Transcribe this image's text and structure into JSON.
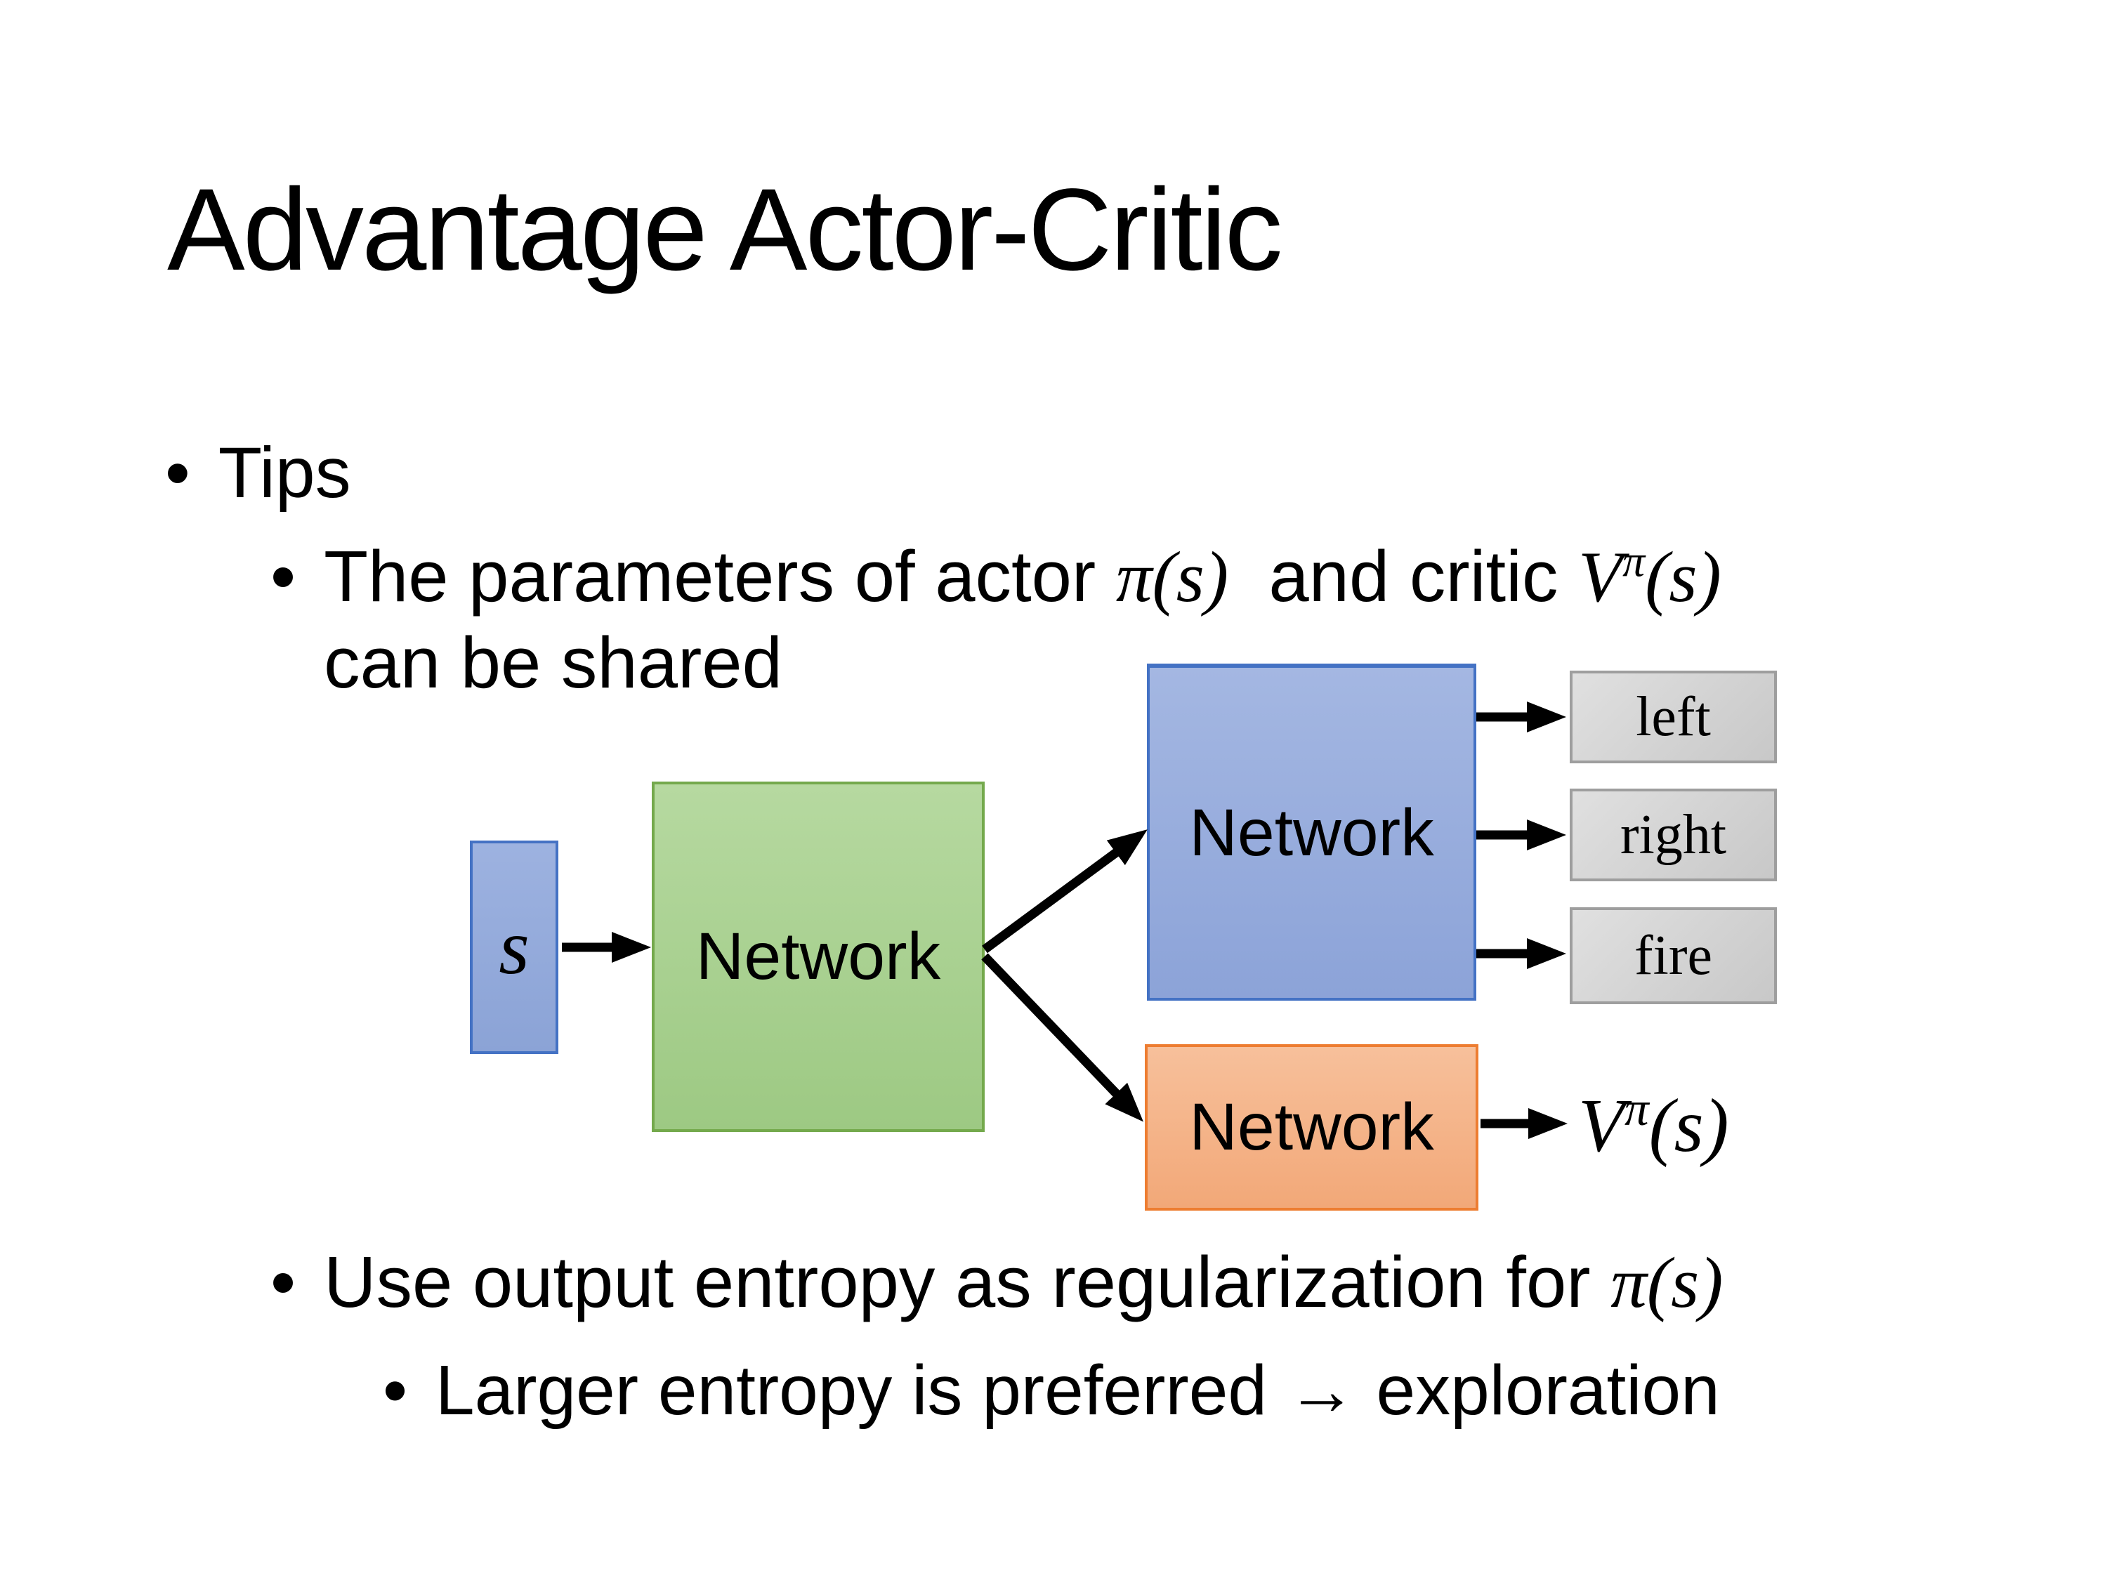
{
  "slide": {
    "title": "Advantage Actor-Critic",
    "bullet_char": "•"
  },
  "bullets": {
    "tips": "Tips",
    "param_line": {
      "pre": "The parameters of actor ",
      "math_pi": "π(s)",
      "mid": "  and critic ",
      "v": "V",
      "v_sup": "π",
      "v_arg": "(s)",
      "line2": "can be shared"
    },
    "entropy_line": {
      "pre": "Use output entropy as regularization for ",
      "math_pi": "π(s)"
    },
    "exploration_line": "Larger entropy is preferred → exploration"
  },
  "diagram": {
    "state_label": "s",
    "shared_network_label": "Network",
    "actor_network_label": "Network",
    "critic_network_label": "Network",
    "actions": [
      "left",
      "right",
      "fire"
    ],
    "value_v": "V",
    "value_sup": "π",
    "value_arg": "(s)"
  },
  "colors": {
    "background": "#FFFFFF",
    "text": "#000000",
    "arrow": "#000000",
    "state_fill_top": "#9DB2E0",
    "state_fill_bottom": "#8BA3D6",
    "state_border": "#4472C4",
    "shared_fill_top": "#B6D9A0",
    "shared_fill_bottom": "#9DC983",
    "shared_border": "#74A94C",
    "actor_fill_top": "#A4B7E2",
    "actor_fill_bottom": "#8CA3D8",
    "actor_border": "#4472C4",
    "critic_fill_top": "#F7C09B",
    "critic_fill_bottom": "#F2A878",
    "critic_border": "#ED7D31",
    "action_fill_top": "#E0E0E0",
    "action_fill_bottom": "#C8C8C8",
    "action_border": "#9E9E9E"
  }
}
